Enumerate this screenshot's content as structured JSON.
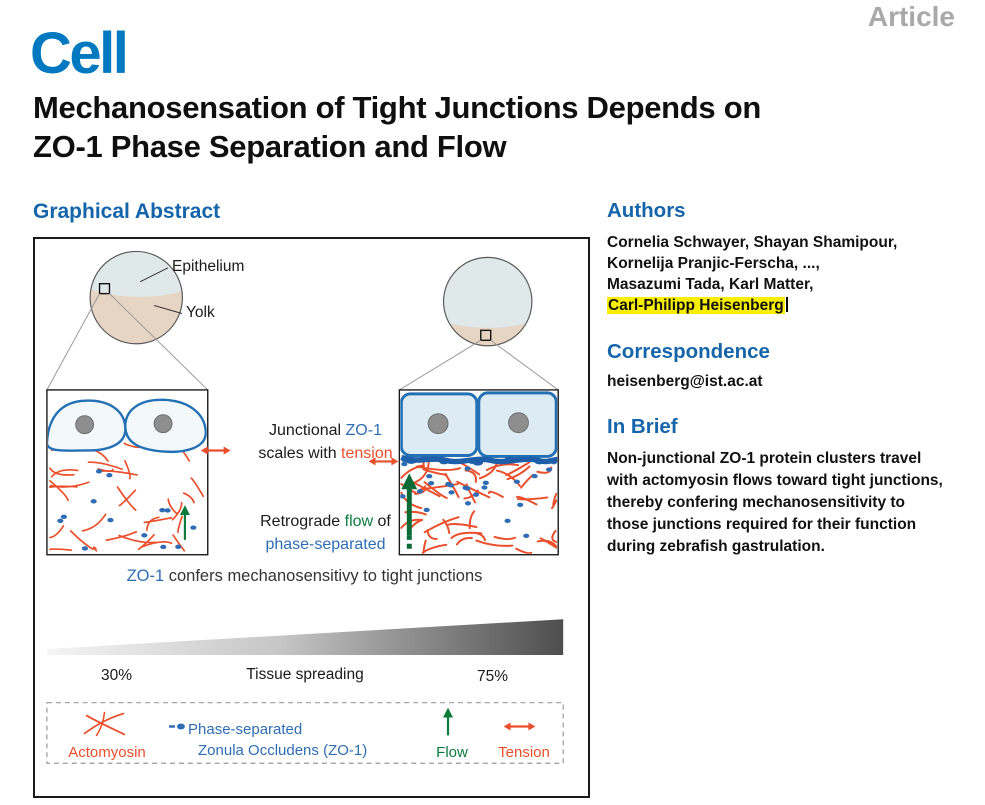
{
  "page": {
    "journal_logo": "Cell",
    "article_type": "Article",
    "title_line1": "Mechanosensation of Tight Junctions Depends on",
    "title_line2": "ZO-1 Phase Separation and Flow"
  },
  "graphical_abstract": {
    "heading": "Graphical Abstract",
    "embryo": {
      "epithelium": "Epithelium",
      "yolk": "Yolk"
    },
    "midtext": {
      "junctional": "Junctional",
      "zo1": "ZO-1",
      "scales_with": "scales with",
      "tension": "tension",
      "retrograde": "Retrograde",
      "flow": "flow",
      "of": "of",
      "phase_separated": "phase-separated"
    },
    "caption": {
      "zo1": "ZO-1",
      "rest": "confers mechanosensitivy to tight junctions"
    },
    "axis": {
      "left_pct": "30%",
      "label": "Tissue spreading",
      "right_pct": "75%"
    },
    "legend": {
      "actomyosin": "Actomyosin",
      "phase_separated": "Phase-separated",
      "zonula": "Zonula Occludens (ZO-1)",
      "flow": "Flow",
      "tension": "Tension"
    }
  },
  "authors": {
    "heading": "Authors",
    "line1": "Cornelia Schwayer, Shayan Shamipour,",
    "line2": "Kornelija Pranjic-Ferscha, ...,",
    "line3": "Masazumi Tada, Karl Matter,",
    "highlighted": "Carl-Philipp Heisenberg"
  },
  "correspondence": {
    "heading": "Correspondence",
    "email": "heisenberg@ist.ac.at"
  },
  "in_brief": {
    "heading": "In Brief",
    "text": "Non-junctional ZO-1 protein clusters travel with actomyosin flows toward tight junctions, thereby confering mechanosensitivity to those junctions required for their function during zebrafish gastrulation."
  },
  "colors": {
    "brand_blue": "#0079c1",
    "heading_blue": "#1565ab",
    "zo1_blue": "#2e6db4",
    "tension_red": "#ea4f2b",
    "flow_green": "#0b7b3e",
    "highlight_yellow": "#f9ee00",
    "article_gray": "#a9a9a9"
  }
}
